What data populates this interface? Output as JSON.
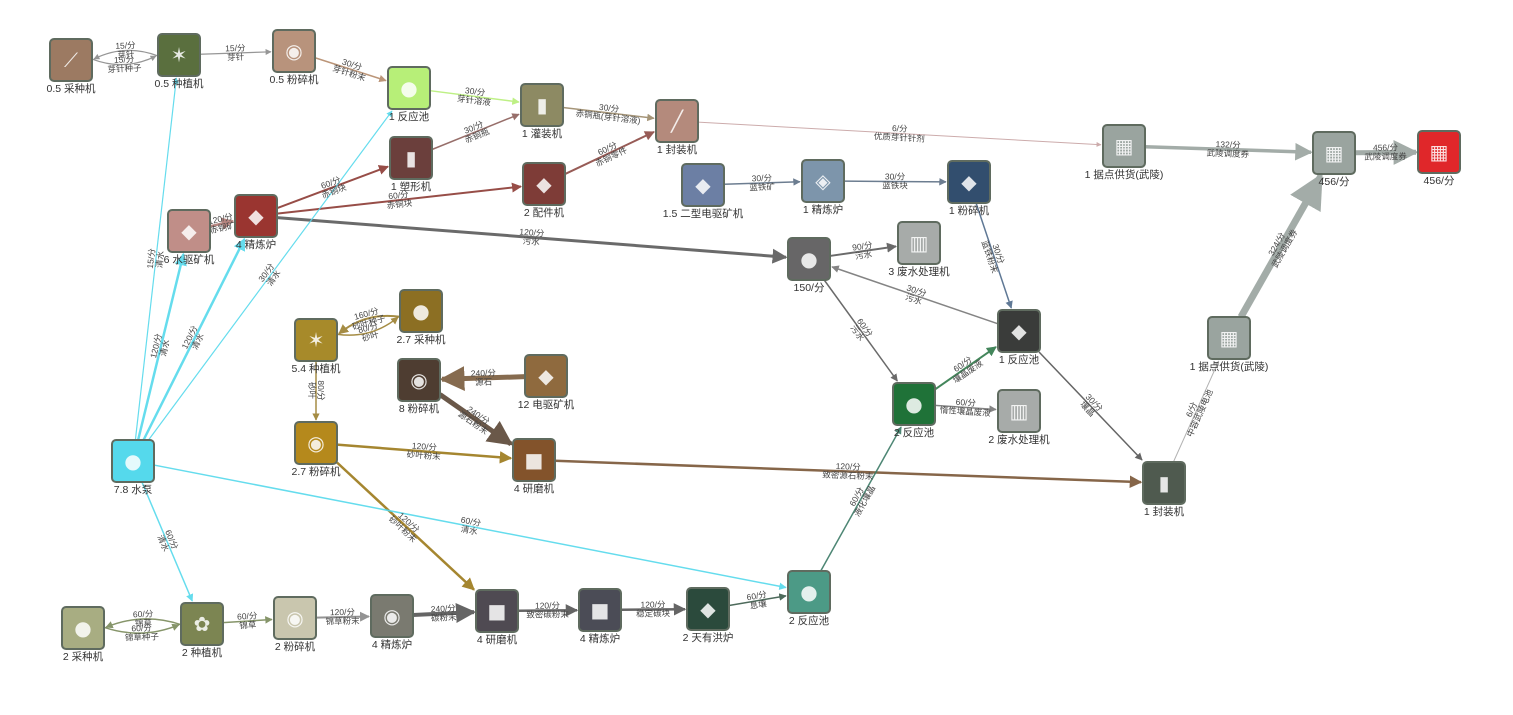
{
  "nodes": [
    {
      "id": "n1",
      "label": "0.5 采种机",
      "color": "#9c7a62",
      "icon": "twig-seed-icon",
      "glyph": "⟋"
    },
    {
      "id": "n2",
      "label": "0.5 种植机",
      "color": "#5a6f3e",
      "icon": "plant-icon",
      "glyph": "✶"
    },
    {
      "id": "n3",
      "label": "0.5 粉碎机",
      "color": "#b8937c",
      "icon": "crushed-powder-icon",
      "glyph": "◉"
    },
    {
      "id": "n4",
      "label": "1 反应池",
      "color": "#b7ef78",
      "icon": "green-drop-icon",
      "glyph": "●"
    },
    {
      "id": "n5",
      "label": "1 灌装机",
      "color": "#8d8a63",
      "icon": "bottle-icon",
      "glyph": "▮"
    },
    {
      "id": "n6",
      "label": "1 封装机",
      "color": "#b48a7c",
      "icon": "syringe-icon",
      "glyph": "╱"
    },
    {
      "id": "n7",
      "label": "1 塑形机",
      "color": "#6b3f3c",
      "icon": "red-bottle-icon",
      "glyph": "▮"
    },
    {
      "id": "n8",
      "label": "2 配件机",
      "color": "#7e3c37",
      "icon": "red-part-icon",
      "glyph": "◆"
    },
    {
      "id": "n9",
      "label": "1.5 二型电驱矿机",
      "color": "#6c7fa4",
      "icon": "blue-ore-icon",
      "glyph": "◆"
    },
    {
      "id": "n10",
      "label": "1 精炼炉",
      "color": "#7d95ab",
      "icon": "blue-crystal-icon",
      "glyph": "◈"
    },
    {
      "id": "n11",
      "label": "1 粉碎机",
      "color": "#324e6e",
      "icon": "blue-powder-icon",
      "glyph": "◆"
    },
    {
      "id": "n12",
      "label": "1 据点供货(武陵)",
      "color": "#9aa49f",
      "icon": "supply-crate-icon",
      "glyph": "▦"
    },
    {
      "id": "n13",
      "label": "456/分",
      "color": "#9aa49f",
      "icon": "supply-crate-icon",
      "glyph": "▦"
    },
    {
      "id": "n14",
      "label": "456/分",
      "color": "#e0272a",
      "icon": "supply-crate-red-icon",
      "glyph": "▦"
    },
    {
      "id": "n15",
      "label": "6 水驱矿机",
      "color": "#c08e88",
      "icon": "red-ore-icon",
      "glyph": "◆"
    },
    {
      "id": "n16",
      "label": "4 精炼炉",
      "color": "#9a3530",
      "icon": "red-crystal-icon",
      "glyph": "◆"
    },
    {
      "id": "n17",
      "label": "150/分",
      "color": "#676667",
      "icon": "waste-drop-icon",
      "glyph": "●"
    },
    {
      "id": "n18",
      "label": "3 废水处理机",
      "color": "#a7aba9",
      "icon": "water-treatment-icon",
      "glyph": "▥"
    },
    {
      "id": "n19",
      "label": "1 反应池",
      "color": "#3a3c3a",
      "icon": "dark-reactor-icon",
      "glyph": "◆"
    },
    {
      "id": "n20",
      "label": "5.4 种植机",
      "color": "#a78a2a",
      "icon": "yellow-plant-icon",
      "glyph": "✶"
    },
    {
      "id": "n21",
      "label": "2.7 采种机",
      "color": "#8c6f23",
      "icon": "yellow-seed-icon",
      "glyph": "●"
    },
    {
      "id": "n22",
      "label": "8 粉碎机",
      "color": "#4e3d31",
      "icon": "brown-powder-icon",
      "glyph": "◉"
    },
    {
      "id": "n23",
      "label": "12 电驱矿机",
      "color": "#8f6a3e",
      "icon": "brown-ore-icon",
      "glyph": "◆"
    },
    {
      "id": "n24",
      "label": "2.7 粉碎机",
      "color": "#b5891c",
      "icon": "yellow-powder-icon",
      "glyph": "◉"
    },
    {
      "id": "n25",
      "label": "4 研磨机",
      "color": "#83532b",
      "icon": "brown-cube-icon",
      "glyph": "■"
    },
    {
      "id": "n26",
      "label": "2 反应池",
      "color": "#1f7238",
      "icon": "green-reactor-icon",
      "glyph": "●"
    },
    {
      "id": "n27",
      "label": "2 废水处理机",
      "color": "#a7aba9",
      "icon": "water-treatment-icon",
      "glyph": "▥"
    },
    {
      "id": "n28",
      "label": "1 封装机",
      "color": "#4f5a4f",
      "icon": "green-capsule-icon",
      "glyph": "▮"
    },
    {
      "id": "n29",
      "label": "1 据点供货(武陵)",
      "color": "#9aa49f",
      "icon": "supply-crate-icon",
      "glyph": "▦"
    },
    {
      "id": "n30",
      "label": "7.8 水泵",
      "color": "#55d9ec",
      "icon": "water-pump-icon",
      "glyph": "●"
    },
    {
      "id": "n31",
      "label": "2 采种机",
      "color": "#a8ad82",
      "icon": "green-seed-icon",
      "glyph": "●"
    },
    {
      "id": "n32",
      "label": "2 种植机",
      "color": "#7c8552",
      "icon": "white-flower-icon",
      "glyph": "✿"
    },
    {
      "id": "n33",
      "label": "2 粉碎机",
      "color": "#c9c6ae",
      "icon": "white-powder-icon",
      "glyph": "◉"
    },
    {
      "id": "n34",
      "label": "4 精炼炉",
      "color": "#7a7a70",
      "icon": "gray-powder-icon",
      "glyph": "◉"
    },
    {
      "id": "n35",
      "label": "4 研磨机",
      "color": "#4f4a52",
      "icon": "dark-cube-icon",
      "glyph": "■"
    },
    {
      "id": "n36",
      "label": "4 精炼炉",
      "color": "#4b4c56",
      "icon": "dark-block-icon",
      "glyph": "■"
    },
    {
      "id": "n37",
      "label": "2 天有洪炉",
      "color": "#2b4a3c",
      "icon": "green-crystal-icon",
      "glyph": "◆"
    },
    {
      "id": "n38",
      "label": "2 反应池",
      "color": "#4c9a86",
      "icon": "teal-drop-icon",
      "glyph": "●"
    }
  ],
  "edges": [
    {
      "from": "n1",
      "to": "n2",
      "rate": "15/分",
      "item": "芽针种子",
      "color": "#8b8b8b",
      "weight": 1.2
    },
    {
      "from": "n2",
      "to": "n1",
      "rate": "15/分",
      "item": "芽针",
      "color": "#8b8b8b",
      "weight": 1.2
    },
    {
      "from": "n2",
      "to": "n3",
      "rate": "15/分",
      "item": "芽针",
      "color": "#8b8b8b",
      "weight": 1.2
    },
    {
      "from": "n3",
      "to": "n4",
      "rate": "30/分",
      "item": "芽针粉末",
      "color": "#b48a6a",
      "weight": 1.5
    },
    {
      "from": "n4",
      "to": "n5",
      "rate": "30/分",
      "item": "芽针溶液",
      "color": "#b7ef78",
      "weight": 1.5
    },
    {
      "from": "n5",
      "to": "n6",
      "rate": "30/分",
      "item": "赤铜瓶(芽针溶液)",
      "color": "#9c8a6a",
      "weight": 1.5
    },
    {
      "from": "n7",
      "to": "n5",
      "rate": "30/分",
      "item": "赤铜瓶",
      "color": "#8c5f5a",
      "weight": 1.5
    },
    {
      "from": "n8",
      "to": "n6",
      "rate": "60/分",
      "item": "赤铜零件",
      "color": "#8c4a44",
      "weight": 2
    },
    {
      "from": "n16",
      "to": "n7",
      "rate": "60/分",
      "item": "赤铜块",
      "color": "#8c3a34",
      "weight": 2
    },
    {
      "from": "n16",
      "to": "n8",
      "rate": "60/分",
      "item": "赤铜块",
      "color": "#8c3a34",
      "weight": 2
    },
    {
      "from": "n15",
      "to": "n16",
      "rate": "120/分",
      "item": "赤铜矿",
      "color": "#b07a74",
      "weight": 2.5
    },
    {
      "from": "n16",
      "to": "n17",
      "rate": "120/分",
      "item": "污水",
      "color": "#5a5a5a",
      "weight": 3
    },
    {
      "from": "n6",
      "to": "n12",
      "rate": "6/分",
      "item": "优质芽针针剂",
      "color": "#c7a3a3",
      "weight": 1
    },
    {
      "from": "n12",
      "to": "n13",
      "rate": "132/分",
      "item": "武陵调度券",
      "color": "#9aa49f",
      "weight": 3.5
    },
    {
      "from": "n13",
      "to": "n14",
      "rate": "456/分",
      "item": "武陵调度券",
      "color": "#9aa49f",
      "weight": 5
    },
    {
      "from": "n9",
      "to": "n10",
      "rate": "30/分",
      "item": "蓝铁矿",
      "color": "#5d6f85",
      "weight": 1.5
    },
    {
      "from": "n10",
      "to": "n11",
      "rate": "30/分",
      "item": "蓝铁块",
      "color": "#5d6f85",
      "weight": 1.5
    },
    {
      "from": "n11",
      "to": "n19",
      "rate": "30/分",
      "item": "蓝铁粉末",
      "color": "#4e6a8a",
      "weight": 1.5
    },
    {
      "from": "n17",
      "to": "n18",
      "rate": "90/分",
      "item": "污水",
      "color": "#5a5a5a",
      "weight": 2
    },
    {
      "from": "n19",
      "to": "n17",
      "rate": "30/分",
      "item": "污水",
      "color": "#777",
      "weight": 1.5
    },
    {
      "from": "n17",
      "to": "n26",
      "rate": "60/分",
      "item": "污水",
      "color": "#5a5a5a",
      "weight": 1.5
    },
    {
      "from": "n26",
      "to": "n19",
      "rate": "60/分",
      "item": "壤晶废液",
      "color": "#2f7a4a",
      "weight": 2
    },
    {
      "from": "n26",
      "to": "n27",
      "rate": "60/分",
      "item": "惰性壤晶废液",
      "color": "#777",
      "weight": 1.5
    },
    {
      "from": "n19",
      "to": "n28",
      "rate": "30/分",
      "item": "壤晶",
      "color": "#555",
      "weight": 1.5
    },
    {
      "from": "n28",
      "to": "n29",
      "rate": "6/分",
      "item": "中容武陵电池",
      "color": "#aaa",
      "weight": 1
    },
    {
      "from": "n29",
      "to": "n13",
      "rate": "324/分",
      "item": "武陵调度券",
      "color": "#9aa49f",
      "weight": 7
    },
    {
      "from": "n20",
      "to": "n21",
      "rate": "80/分",
      "item": "砂叶",
      "color": "#9c8030",
      "weight": 1.5
    },
    {
      "from": "n21",
      "to": "n20",
      "rate": "160/分",
      "item": "砂叶种子",
      "color": "#9c8030",
      "weight": 2
    },
    {
      "from": "n20",
      "to": "n24",
      "rate": "80/分",
      "item": "砂叶",
      "color": "#9c8030",
      "weight": 1.5
    },
    {
      "from": "n23",
      "to": "n22",
      "rate": "240/分",
      "item": "源石",
      "color": "#7a5b3c",
      "weight": 5
    },
    {
      "from": "n22",
      "to": "n25",
      "rate": "240/分",
      "item": "源石粉末",
      "color": "#5a4636",
      "weight": 5
    },
    {
      "from": "n24",
      "to": "n25",
      "rate": "120/分",
      "item": "砂叶粉末",
      "color": "#9c7a1a",
      "weight": 2.5
    },
    {
      "from": "n24",
      "to": "n35",
      "rate": "120/分",
      "item": "砂叶粉末",
      "color": "#9c7a1a",
      "weight": 2.5
    },
    {
      "from": "n25",
      "to": "n28",
      "rate": "120/分",
      "item": "致密源石粉末",
      "color": "#7a5636",
      "weight": 2.5
    },
    {
      "from": "n38",
      "to": "n26",
      "rate": "60/分",
      "item": "液化壤晶",
      "color": "#3a7a66",
      "weight": 1.5
    },
    {
      "from": "n30",
      "to": "n2",
      "rate": "15/分",
      "item": "清水",
      "color": "#55d9ec",
      "weight": 1.2
    },
    {
      "from": "n30",
      "to": "n15",
      "rate": "120/分",
      "item": "清水",
      "color": "#55d9ec",
      "weight": 2.5
    },
    {
      "from": "n30",
      "to": "n16",
      "rate": "120/分",
      "item": "清水",
      "color": "#55d9ec",
      "weight": 2.5
    },
    {
      "from": "n30",
      "to": "n4",
      "rate": "30/分",
      "item": "清水",
      "color": "#55d9ec",
      "weight": 1.2
    },
    {
      "from": "n30",
      "to": "n38",
      "rate": "60/分",
      "item": "清水",
      "color": "#55d9ec",
      "weight": 1.5
    },
    {
      "from": "n30",
      "to": "n32",
      "rate": "60/分",
      "item": "清水",
      "color": "#55d9ec",
      "weight": 1.5
    },
    {
      "from": "n31",
      "to": "n32",
      "rate": "60/分",
      "item": "锦草种子",
      "color": "#7a8a5a",
      "weight": 1.5
    },
    {
      "from": "n32",
      "to": "n31",
      "rate": "60/分",
      "item": "锦草",
      "color": "#7a8a5a",
      "weight": 1.5
    },
    {
      "from": "n32",
      "to": "n33",
      "rate": "60/分",
      "item": "锦草",
      "color": "#7a8a5a",
      "weight": 1.5
    },
    {
      "from": "n33",
      "to": "n34",
      "rate": "120/分",
      "item": "锦草粉末",
      "color": "#888",
      "weight": 2
    },
    {
      "from": "n34",
      "to": "n35",
      "rate": "240/分",
      "item": "碳粉末",
      "color": "#555",
      "weight": 4
    },
    {
      "from": "n35",
      "to": "n36",
      "rate": "120/分",
      "item": "致密碳粉末",
      "color": "#555",
      "weight": 2.5
    },
    {
      "from": "n36",
      "to": "n37",
      "rate": "120/分",
      "item": "稳定碳块",
      "color": "#555",
      "weight": 2.5
    },
    {
      "from": "n37",
      "to": "n38",
      "rate": "60/分",
      "item": "息壤",
      "color": "#3a5a4a",
      "weight": 1.5
    }
  ]
}
